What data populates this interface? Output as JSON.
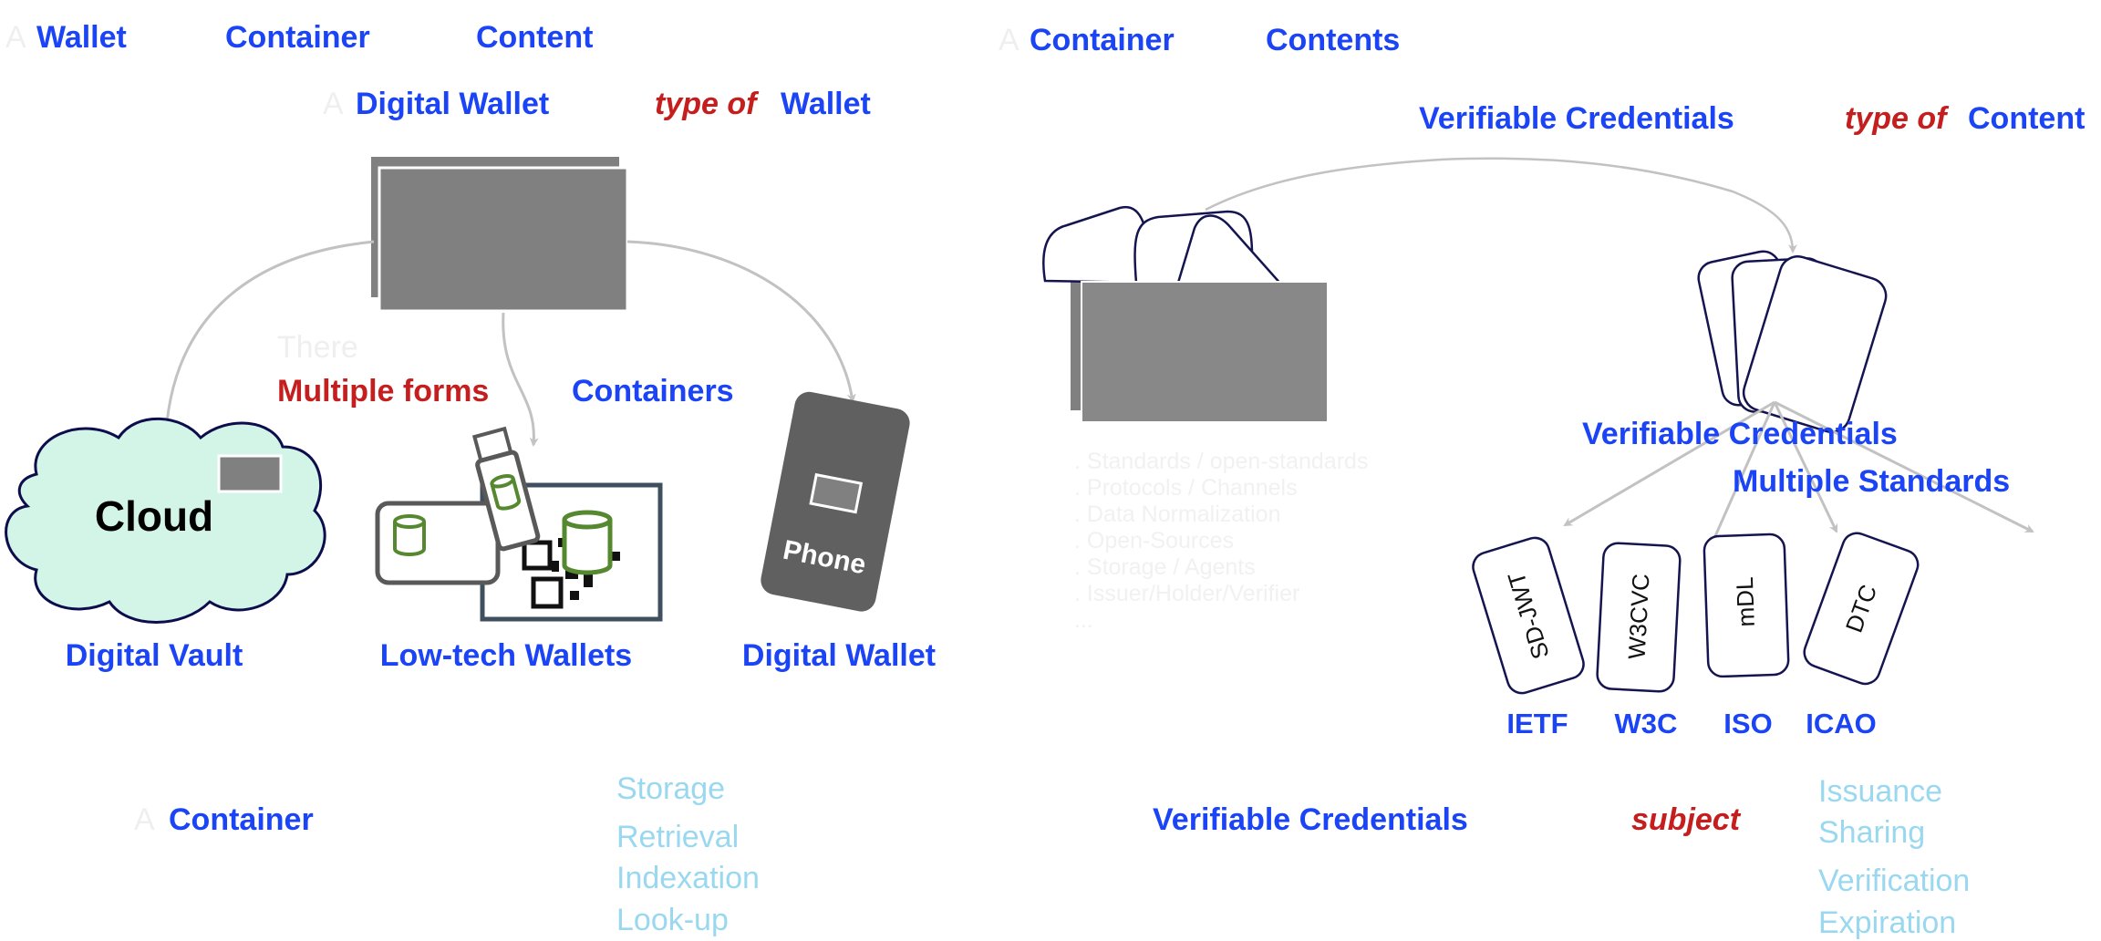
{
  "left": {
    "line1": {
      "article": "A",
      "wallet": "Wallet",
      "container": "Container",
      "content": "Content"
    },
    "line2": {
      "article": "A",
      "digital_wallet": "Digital Wallet",
      "type_of": "type of",
      "wallet": "Wallet"
    },
    "forms": {
      "there": "There",
      "multiple_forms": "Multiple forms",
      "containers": "Containers"
    },
    "cloud_text": "Cloud",
    "phone_text": "Phone",
    "labels": [
      "Digital Vault",
      "Low-tech Wallets",
      "Digital Wallet"
    ],
    "bottom": {
      "article": "A",
      "container": "Container"
    },
    "functions": [
      "Storage",
      "Retrieval",
      "Indexation",
      "Look-up"
    ]
  },
  "right": {
    "line1": {
      "article": "A",
      "container": "Container",
      "contents": "Contents"
    },
    "line2": {
      "vc": "Verifiable Credentials",
      "type_of": "type of",
      "content": "Content"
    },
    "topics": [
      ". Standards / open-standards",
      ". Protocols / Channels",
      ". Data Normalization",
      ". Open-Sources",
      ". Storage / Agents",
      ". Issuer/Holder/Verifier",
      "..."
    ],
    "standards_caption": {
      "vc": "Verifiable Credentials",
      "multiple_standards": "Multiple Standards"
    },
    "cards": [
      {
        "format": "SD-JWT",
        "org": "IETF"
      },
      {
        "format": "W3CVC",
        "org": "W3C"
      },
      {
        "format": "mDL",
        "org": "ISO"
      },
      {
        "format": "DTC",
        "org": "ICAO"
      }
    ],
    "bottom": {
      "vc": "Verifiable Credentials",
      "subject": "subject"
    },
    "lifecycle": [
      "Issuance",
      "Sharing",
      "Verification",
      "Expiration"
    ]
  },
  "colors": {
    "term": "#1a44f5",
    "relation": "#c41e1e",
    "function_list": "#9ad8f0",
    "container_gray": "#808080",
    "cloud_fill": "#d3f5e8"
  }
}
